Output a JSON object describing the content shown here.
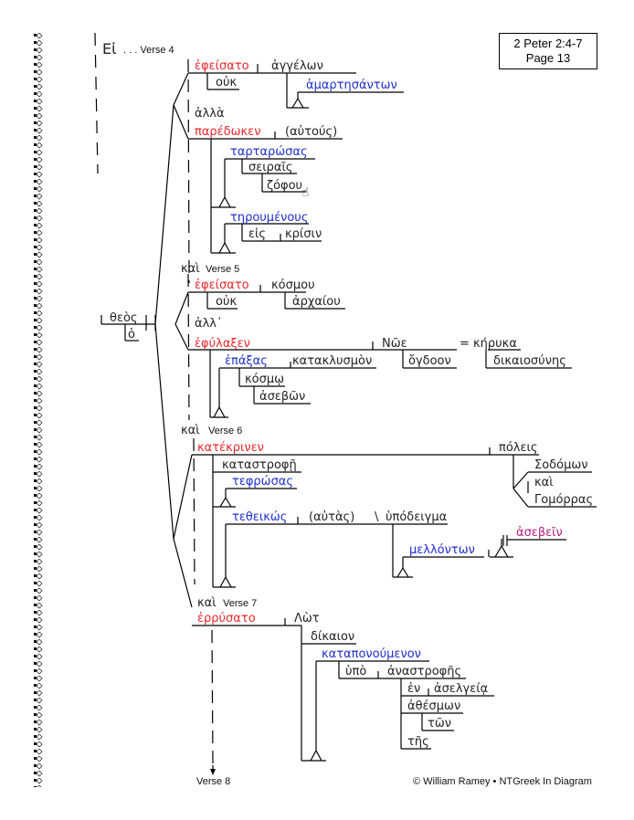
{
  "reference": {
    "line1": "2 Peter 2:4-7",
    "line2": "Page 13"
  },
  "footer": "© William Ramey • NTGreek In Diagram",
  "verse_labels": {
    "v4": "Verse 4",
    "v5": "Verse 5",
    "v6": "Verse 6",
    "v7": "Verse 7",
    "v8": "Verse 8",
    "ellipsis": ". . ."
  },
  "colors": {
    "verb": "#e8262a",
    "participle": "#1f2fcc",
    "infinitive": "#b0207a",
    "text": "#222222"
  },
  "words": {
    "ei": "Εἰ",
    "theos": "θεὸς",
    "ho": "ὁ",
    "v4": {
      "epheisato": "ἐφείσατο",
      "aggelon": "ἀγγέλων",
      "ouk": "οὐκ",
      "hamartesanton": "ἁμαρτησάντων",
      "alla": "ἀλλὰ",
      "paredoken": "παρέδωκεν",
      "autous": "(αὐτούς)",
      "tartarosas": "ταρταρώσας",
      "seirais": "σειραῖς",
      "zophou": "ζόφου",
      "teroumenous": "τηρουμένους",
      "eis": "εἰς",
      "krisin": "κρίσιν"
    },
    "v5": {
      "kai": "καὶ",
      "epheisato": "ἐφείσατο",
      "kosmou": "κόσμου",
      "ouk": "οὐκ",
      "archaiou": "ἀρχαίου",
      "all": "ἀλλ᾽",
      "ephylaxen": "ἐφύλαξεν",
      "noe": "Νῶε",
      "ogdoon": "ὄγδοον",
      "equals": "=",
      "keryka": "κήρυκα",
      "dikaiosynes": "δικαιοσύνης",
      "epaxas": "ἐπάξας",
      "kataklysmon": "κατακλυσμὸν",
      "kosmo": "κόσμῳ",
      "asebon": "ἀσεβῶν"
    },
    "v6": {
      "kai": "καὶ",
      "katekrinen": "κατέκρινεν",
      "poleis": "πόλεις",
      "sodomon": "Σοδόμων",
      "kai2": "καὶ",
      "gomorras": "Γομόρρας",
      "katastrophe": "καταστροφῇ",
      "tephrosas": "τεφρώσας",
      "tetheikos": "τεθεικώς",
      "autas": "(αὐτὰς)",
      "hypodeigma": "ὑπόδειγμα",
      "mellonton": "μελλόντων",
      "asebein": "ἀσεβεῖν"
    },
    "v7": {
      "kai": "καὶ",
      "errysato": "ἐρρύσατο",
      "lot": "Λὼτ",
      "dikaion": "δίκαιον",
      "kataponoumenon": "καταπονούμενον",
      "hypo": "ὑπὸ",
      "anastrophes": "ἀναστροφῆς",
      "en": "ἐν",
      "aselgeia": "ἀσελγείᾳ",
      "athesmon": "ἀθέσμων",
      "ton": "τῶν",
      "tes": "τῆς"
    }
  }
}
